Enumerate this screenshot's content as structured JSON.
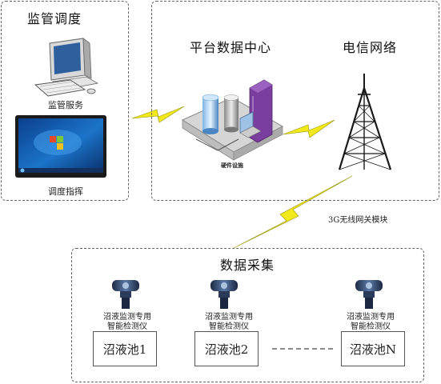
{
  "supervision": {
    "title": "监管调度",
    "monitor_service_label": "监管服务",
    "dispatch_label": "调度指挥"
  },
  "platform": {
    "data_center_title": "平台数据中心",
    "hardware_label": "硬件设施",
    "telecom_title": "电信网络",
    "gateway_label": "3G无线网关模块"
  },
  "acquisition": {
    "title": "数据采集",
    "devices": [
      {
        "line1": "沼液监测专用",
        "line2": "智能检测仪",
        "pool": "沼液池1"
      },
      {
        "line1": "沼液监测专用",
        "line2": "智能检测仪",
        "pool": "沼液池2"
      },
      {
        "line1": "沼液监测专用",
        "line2": "智能检测仪",
        "pool": "沼液池N"
      }
    ]
  },
  "colors": {
    "border": "#666666",
    "lightning": "#f2e91c",
    "server_purple": "#7a3f9e",
    "tower": "#1a1a1a"
  }
}
